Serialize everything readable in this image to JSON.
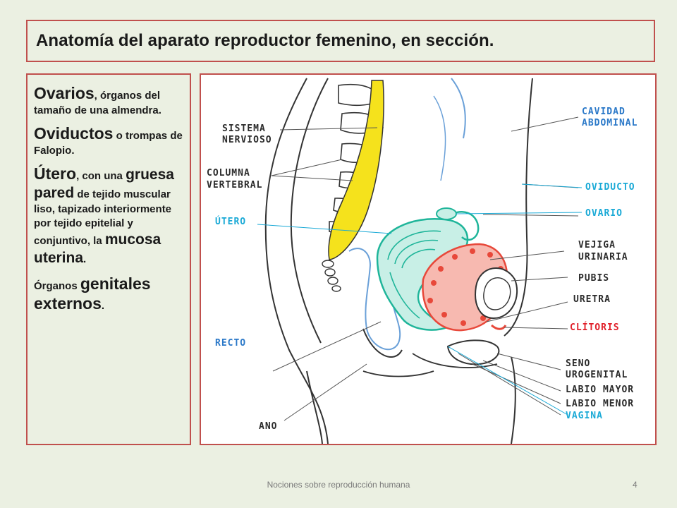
{
  "slide": {
    "title": "Anatomía del aparato reproductor femenino, en sección.",
    "footer": "Nociones sobre reproducción humana",
    "page_number": "4"
  },
  "text": {
    "p1_big": "Ovarios",
    "p1_small": ", órganos del tamaño de una almendra.",
    "p2_big": "Oviductos",
    "p2_small": " o trompas de Falopio.",
    "p3_big": "Útero",
    "p3_small1": ", con una ",
    "p3_med1": "gruesa pared",
    "p3_small2": " de tejido muscular liso, tapizado interiormente por tejido epitelial y conjuntivo, la ",
    "p3_med2": "mucosa uterina",
    "p3_small3": ".",
    "p4_small": "Órganos ",
    "p4_big": "genitales externos",
    "p4_end": "."
  },
  "diagram": {
    "labels": {
      "sistema": "SISTEMA",
      "nervioso": "NERVIOSO",
      "columna": "COLUMNA",
      "vertebral": "VERTEBRAL",
      "utero": "ÚTERO",
      "recto": "RECTO",
      "ano": "ANO",
      "cavidad": "CAVIDAD",
      "abdominal": "ABDOMINAL",
      "oviducto": "OVIDUCTO",
      "ovario": "OVARIO",
      "vejiga": "VEJIGA",
      "urinaria": "URINARIA",
      "pubis": "PUBIS",
      "uretra": "URETRA",
      "clitoris": "CLÍTORIS",
      "seno": "SENO",
      "urogenital": "UROGENITAL",
      "labio_mayor": "LABIO MAYOR",
      "labio_menor": "LABIO MENOR",
      "vagina": "VAGINA"
    },
    "colors": {
      "spinal_cord": "#f5e21c",
      "uterus": "#1fb59a",
      "bladder": "#e8483a",
      "label_black": "#2b2b2b",
      "label_blue": "#2a78c8",
      "label_red": "#e0202a",
      "label_cyan": "#19a9d6"
    }
  }
}
